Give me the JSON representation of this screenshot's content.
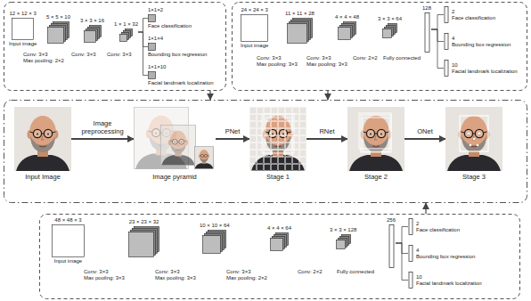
{
  "diagram": {
    "nodes": [
      {
        "text": []
      },
      {
        "text": [
          "12 × 12 × 3",
          "Input image"
        ],
        "in": 0
      },
      {
        "text": [
          "5 × 5 × 10"
        ],
        "in": 0
      },
      {
        "text": [
          "3 × 3 × 16"
        ],
        "in": 0
      },
      {
        "text": [
          "1 × 1 × 32"
        ],
        "in": 0
      },
      {
        "text": [
          "1×1×2",
          "Face classification"
        ],
        "in": 0
      },
      {
        "text": [
          "1×1×4",
          "Bounding box regression"
        ],
        "in": 0
      },
      {
        "text": [
          "1×1×10",
          "Facial landmark localization"
        ],
        "in": 0
      },
      {
        "text": []
      },
      {
        "text": [
          "24 × 24 × 3",
          "Input image"
        ],
        "in": 8
      },
      {
        "text": [
          "11 × 11 × 28"
        ],
        "in": 8
      },
      {
        "text": [
          "4 × 4 × 48"
        ],
        "in": 8
      },
      {
        "text": [
          "3 × 3 × 64"
        ],
        "in": 8
      },
      {
        "text": [
          "128"
        ],
        "in": 8
      },
      {
        "text": [
          "2",
          "Face classification"
        ],
        "in": 8
      },
      {
        "text": [
          "4",
          "Bounding box regression"
        ],
        "in": 8
      },
      {
        "text": [
          "10",
          "Facial landmark localization"
        ],
        "in": 8
      },
      {
        "text": []
      },
      {
        "text": [
          "Input Image"
        ],
        "in": 17
      },
      {
        "text": [
          "Image pyramid"
        ],
        "in": 17
      },
      {
        "text": [
          "Stage 1"
        ],
        "in": 17
      },
      {
        "text": [
          "Stage 2"
        ],
        "in": 17
      },
      {
        "text": [
          "Stage 3"
        ],
        "in": 17
      },
      {
        "text": []
      },
      {
        "text": [
          "48 × 48 × 3",
          "Input image"
        ],
        "in": 23
      },
      {
        "text": [
          "23 × 23 × 32"
        ],
        "in": 23
      },
      {
        "text": [
          "10 × 10 × 64"
        ],
        "in": 23
      },
      {
        "text": [
          "4 × 4 × 64"
        ],
        "in": 23
      },
      {
        "text": [
          "3 × 3 × 128"
        ],
        "in": 23
      },
      {
        "text": [
          "256"
        ],
        "in": 23
      },
      {
        "text": [
          "2",
          "Face classification"
        ],
        "in": 23
      },
      {
        "text": [
          "4",
          "Bounding box regression"
        ],
        "in": 23
      },
      {
        "text": [
          "10",
          "Facial landmark localization"
        ],
        "in": 23
      }
    ],
    "edges": [
      {
        "from": 4,
        "to": 5,
        "arrow": "none"
      },
      {
        "from": 4,
        "to": 6,
        "arrow": "none"
      },
      {
        "from": 4,
        "to": 7,
        "arrow": "none"
      },
      {
        "from": 13,
        "to": 14,
        "arrow": "none"
      },
      {
        "from": 13,
        "to": 15,
        "arrow": "none"
      },
      {
        "from": 13,
        "to": 16,
        "arrow": "none"
      },
      {
        "from": 29,
        "to": 30,
        "arrow": "none"
      },
      {
        "from": 29,
        "to": 31,
        "arrow": "none"
      },
      {
        "from": 29,
        "to": 32,
        "arrow": "none"
      },
      {
        "from": 0,
        "to": 17,
        "arrow": "to"
      },
      {
        "from": 8,
        "to": 17,
        "arrow": "to"
      },
      {
        "from": 23,
        "to": 17,
        "arrow": "to"
      },
      {
        "from": 18,
        "to": 19,
        "arrow": "to",
        "label": "Image preprocessing"
      },
      {
        "from": 19,
        "to": 20,
        "arrow": "to",
        "label": "PNet"
      },
      {
        "from": 20,
        "to": 21,
        "arrow": "to",
        "label": "RNet"
      },
      {
        "from": 21,
        "to": 22,
        "arrow": "to",
        "label": "ONet"
      }
    ],
    "labels": [
      "Conv: 3×3",
      "Max pooling: 2×2",
      "Conv: 3×3",
      "Conv: 3×3",
      "Conv: 3×3",
      "Max pooling: 3×3",
      "Conv: 3×3",
      "Max pooling: 3×3",
      "Conv: 2×2",
      "Fully connected",
      "Conv: 3×3",
      "Max pooling: 3×3",
      "Conv: 3×3",
      "Max pooling: 3×3",
      "Conv: 3×3",
      "Max pooling: 2×2",
      "Conv: 2×2",
      "Fully connected"
    ]
  }
}
